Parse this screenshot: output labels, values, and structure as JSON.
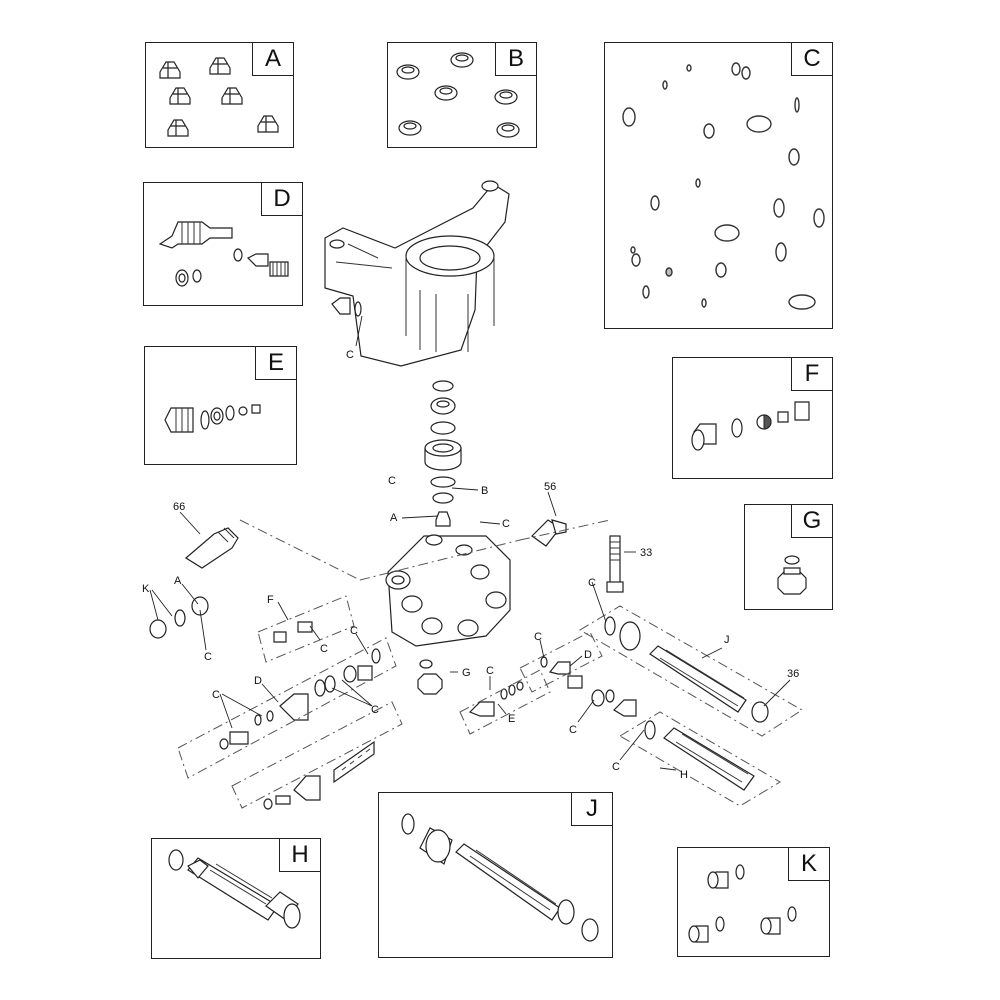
{
  "kits": [
    {
      "id": "A",
      "label": "A"
    },
    {
      "id": "B",
      "label": "B"
    },
    {
      "id": "C",
      "label": "C"
    },
    {
      "id": "D",
      "label": "D"
    },
    {
      "id": "E",
      "label": "E"
    },
    {
      "id": "F",
      "label": "F"
    },
    {
      "id": "G",
      "label": "G"
    },
    {
      "id": "H",
      "label": "H"
    },
    {
      "id": "J",
      "label": "J"
    },
    {
      "id": "K",
      "label": "K"
    }
  ],
  "callouts": {
    "c1": "C",
    "c2": "C",
    "b1": "B",
    "a1": "A",
    "c3": "C",
    "n56": "56",
    "n33": "33",
    "n66": "66",
    "k1": "K",
    "a2": "A",
    "c4": "C",
    "f1": "F",
    "c5": "C",
    "c6": "C",
    "d1": "D",
    "c7": "C",
    "c8": "C",
    "g1": "G",
    "c9": "C",
    "e1": "E",
    "c10": "C",
    "d2": "D",
    "c11": "C",
    "c12": "C",
    "j1": "J",
    "n36": "36",
    "c13": "C",
    "h1": "H"
  }
}
